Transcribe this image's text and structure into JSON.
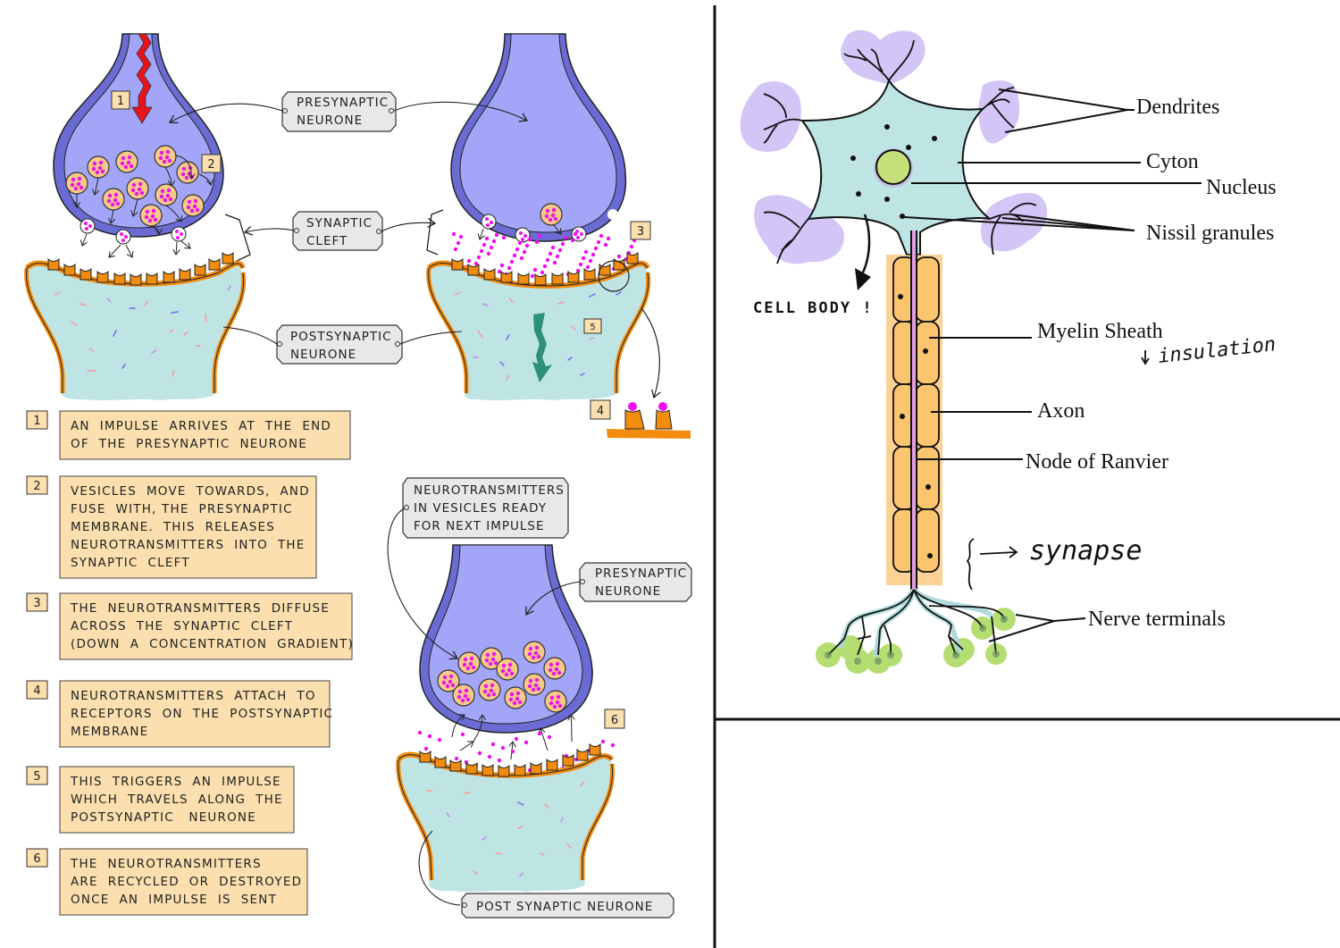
{
  "synapse_panel": {
    "labels": {
      "presynaptic_top": [
        "PRESYNAPTIC",
        "NEURONE"
      ],
      "synaptic_cleft": [
        "SYNAPTIC",
        "CLEFT"
      ],
      "postsynaptic": [
        "POSTSYNAPTIC",
        "NEURONE"
      ],
      "vesicles_ready": [
        "NEUROTRANSMITTERS",
        "IN VESICLES READY",
        "FOR NEXT IMPULSE"
      ],
      "presynaptic_bottom": [
        "PRESYNAPTIC",
        "NEURONE"
      ],
      "post_synaptic_bottom": "POST  SYNAPTIC  NEURONE"
    },
    "markers": {
      "m1": "1",
      "m2": "2",
      "m3": "3",
      "m4": "4",
      "m5": "5",
      "m6": "6"
    },
    "steps": [
      {
        "number": "1",
        "lines": [
          "AN  IMPULSE  ARRIVES  AT  THE  END",
          "OF  THE  PRESYNAPTIC  NEURONE"
        ]
      },
      {
        "number": "2",
        "lines": [
          "VESICLES  MOVE  TOWARDS,  AND",
          "FUSE  WITH, THE  PRESYNAPTIC",
          "MEMBRANE.  THIS  RELEASES",
          "NEUROTRANSMITTERS  INTO  THE",
          "SYNAPTIC  CLEFT"
        ]
      },
      {
        "number": "3",
        "lines": [
          "THE  NEUROTRANSMITTERS  DIFFUSE",
          "ACROSS  THE  SYNAPTIC  CLEFT",
          "(DOWN  A  CONCENTRATION  GRADIENT)"
        ]
      },
      {
        "number": "4",
        "lines": [
          "NEUROTRANSMITTERS  ATTACH  TO",
          "RECEPTORS  ON  THE  POSTSYNAPTIC",
          "MEMBRANE"
        ]
      },
      {
        "number": "5",
        "lines": [
          "THIS  TRIGGERS  AN  IMPULSE",
          "WHICH  TRAVELS  ALONG  THE",
          "POSTSYNAPTIC   NEURONE"
        ]
      },
      {
        "number": "6",
        "lines": [
          "THE  NEUROTRANSMITTERS",
          "ARE  RECYCLED  OR  DESTROYED",
          "ONCE  AN  IMPULSE  IS  SENT"
        ]
      }
    ]
  },
  "neuron_panel": {
    "labels": {
      "dendrites": "Dendrites",
      "cyton": "Cyton",
      "nucleus": "Nucleus",
      "nissil": "Nissil granules",
      "myelin": "Myelin Sheath",
      "axon": "Axon",
      "node": "Node of Ranvier",
      "terminals": "Nerve terminals"
    },
    "handwritten": {
      "cell_body": "CELL BODY !",
      "insulation": "insulation",
      "synapse": "synapse"
    }
  },
  "colors": {
    "presynaptic_fill": "#a3a6f8",
    "presynaptic_membrane": "#6a6cd4",
    "postsynaptic_fill": "#bfe4e4",
    "membrane_orange": "#f28c0f",
    "vesicle_fill": "#f7c98a",
    "neurotransmitter": "#ee11ee",
    "label_box": "#e8e8e8",
    "step_box": "#fbdfae",
    "impulse_red": "#e8141c",
    "impulse_teal": "#2e8f7a",
    "cell_body_fill": "#bfe4e4",
    "dendrite_halo": "#d3c6f6",
    "nucleus_fill": "#c6e07a",
    "myelin_fill": "#f9b24c",
    "terminal_green": "#a7d95a"
  }
}
